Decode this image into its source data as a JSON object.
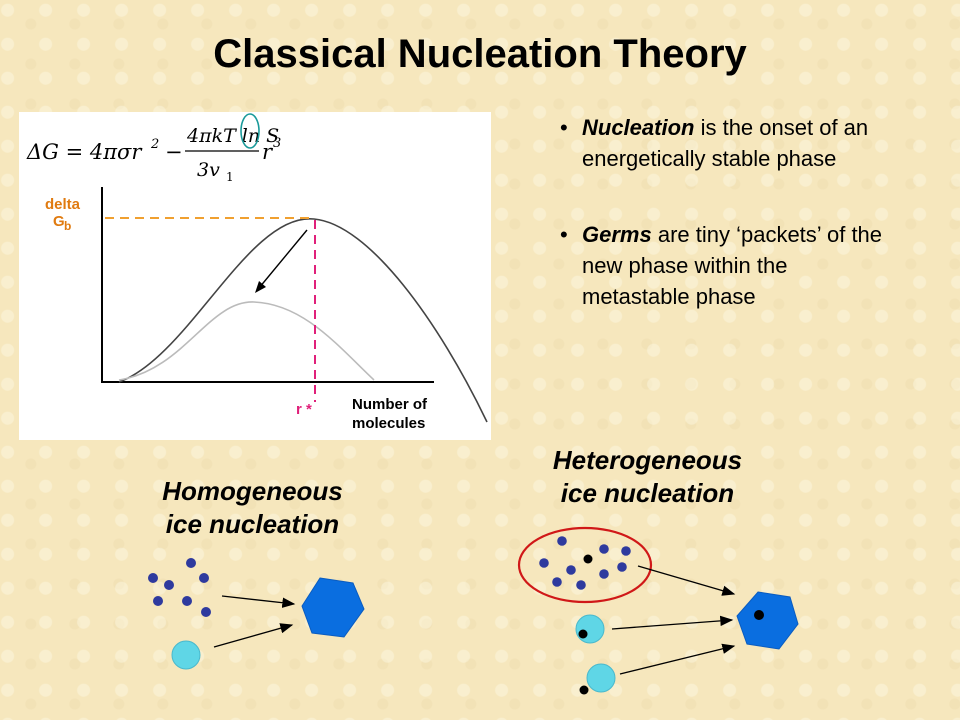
{
  "title": "Classical Nucleation Theory",
  "plot": {
    "equation_lhs": "ΔG = 4πσr",
    "equation_exp2": "2",
    "equation_minus": "−",
    "equation_numerator": "4πkT ln S",
    "equation_denominator": "3v",
    "equation_denominator_sub": "1",
    "equation_r": "r",
    "equation_exp3": "3",
    "ylabel_line1": "delta",
    "ylabel_line2": "G",
    "ylabel_sub": "b",
    "rstar_label": "r *",
    "xlabel_line1": "Number of",
    "xlabel_line2": "molecules",
    "colors": {
      "dashed_orange": "#f0a030",
      "dashed_magenta": "#e0207a",
      "label_orange": "#e07b10",
      "circle_teal": "#1a9a9a"
    }
  },
  "bullets": [
    {
      "term": "Nucleation",
      "text": " is the onset of an energetically stable phase"
    },
    {
      "term": "Germs",
      "text": " are tiny ‘packets’ of the new phase within the metastable phase"
    }
  ],
  "homogeneous": {
    "line1": "Homogeneous",
    "line2": "ice nucleation"
  },
  "heterogeneous": {
    "line1": "Heterogeneous",
    "line2": "ice nucleation"
  },
  "colors": {
    "molecule": "#2e3a9e",
    "germ": "#5fd6e6",
    "crystal": "#0a6ee0",
    "particle": "#000000",
    "ellipse": "#d01818"
  }
}
